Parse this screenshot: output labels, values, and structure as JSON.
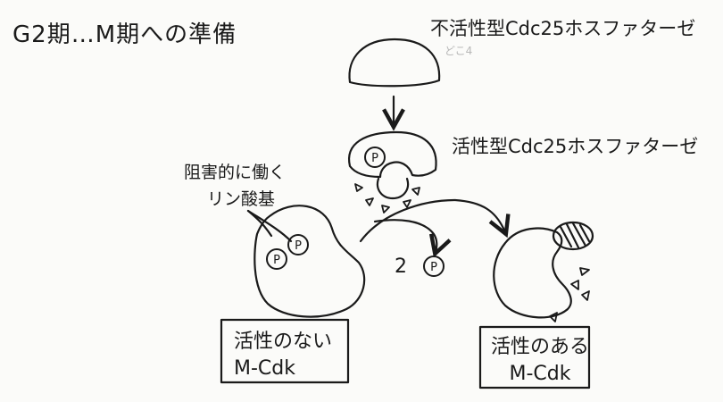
{
  "title": "G2期…M期への準備",
  "faint_note": "どこ4",
  "labels": {
    "inactive_cdc25": "不活性型Cdc25ホスファターゼ",
    "active_cdc25": "活性型Cdc25ホスファターゼ",
    "inhibitory_phosphate_line1": "阻害的に働く",
    "inhibitory_phosphate_line2": "リン酸基",
    "inactive_mcdk_line1": "活性のない",
    "inactive_mcdk_line2": "M-Cdk",
    "active_mcdk_line1": "活性のある",
    "active_mcdk_line2": "M-Cdk",
    "released_phosphate_count": "2",
    "phosphate_symbol": "P"
  }
}
